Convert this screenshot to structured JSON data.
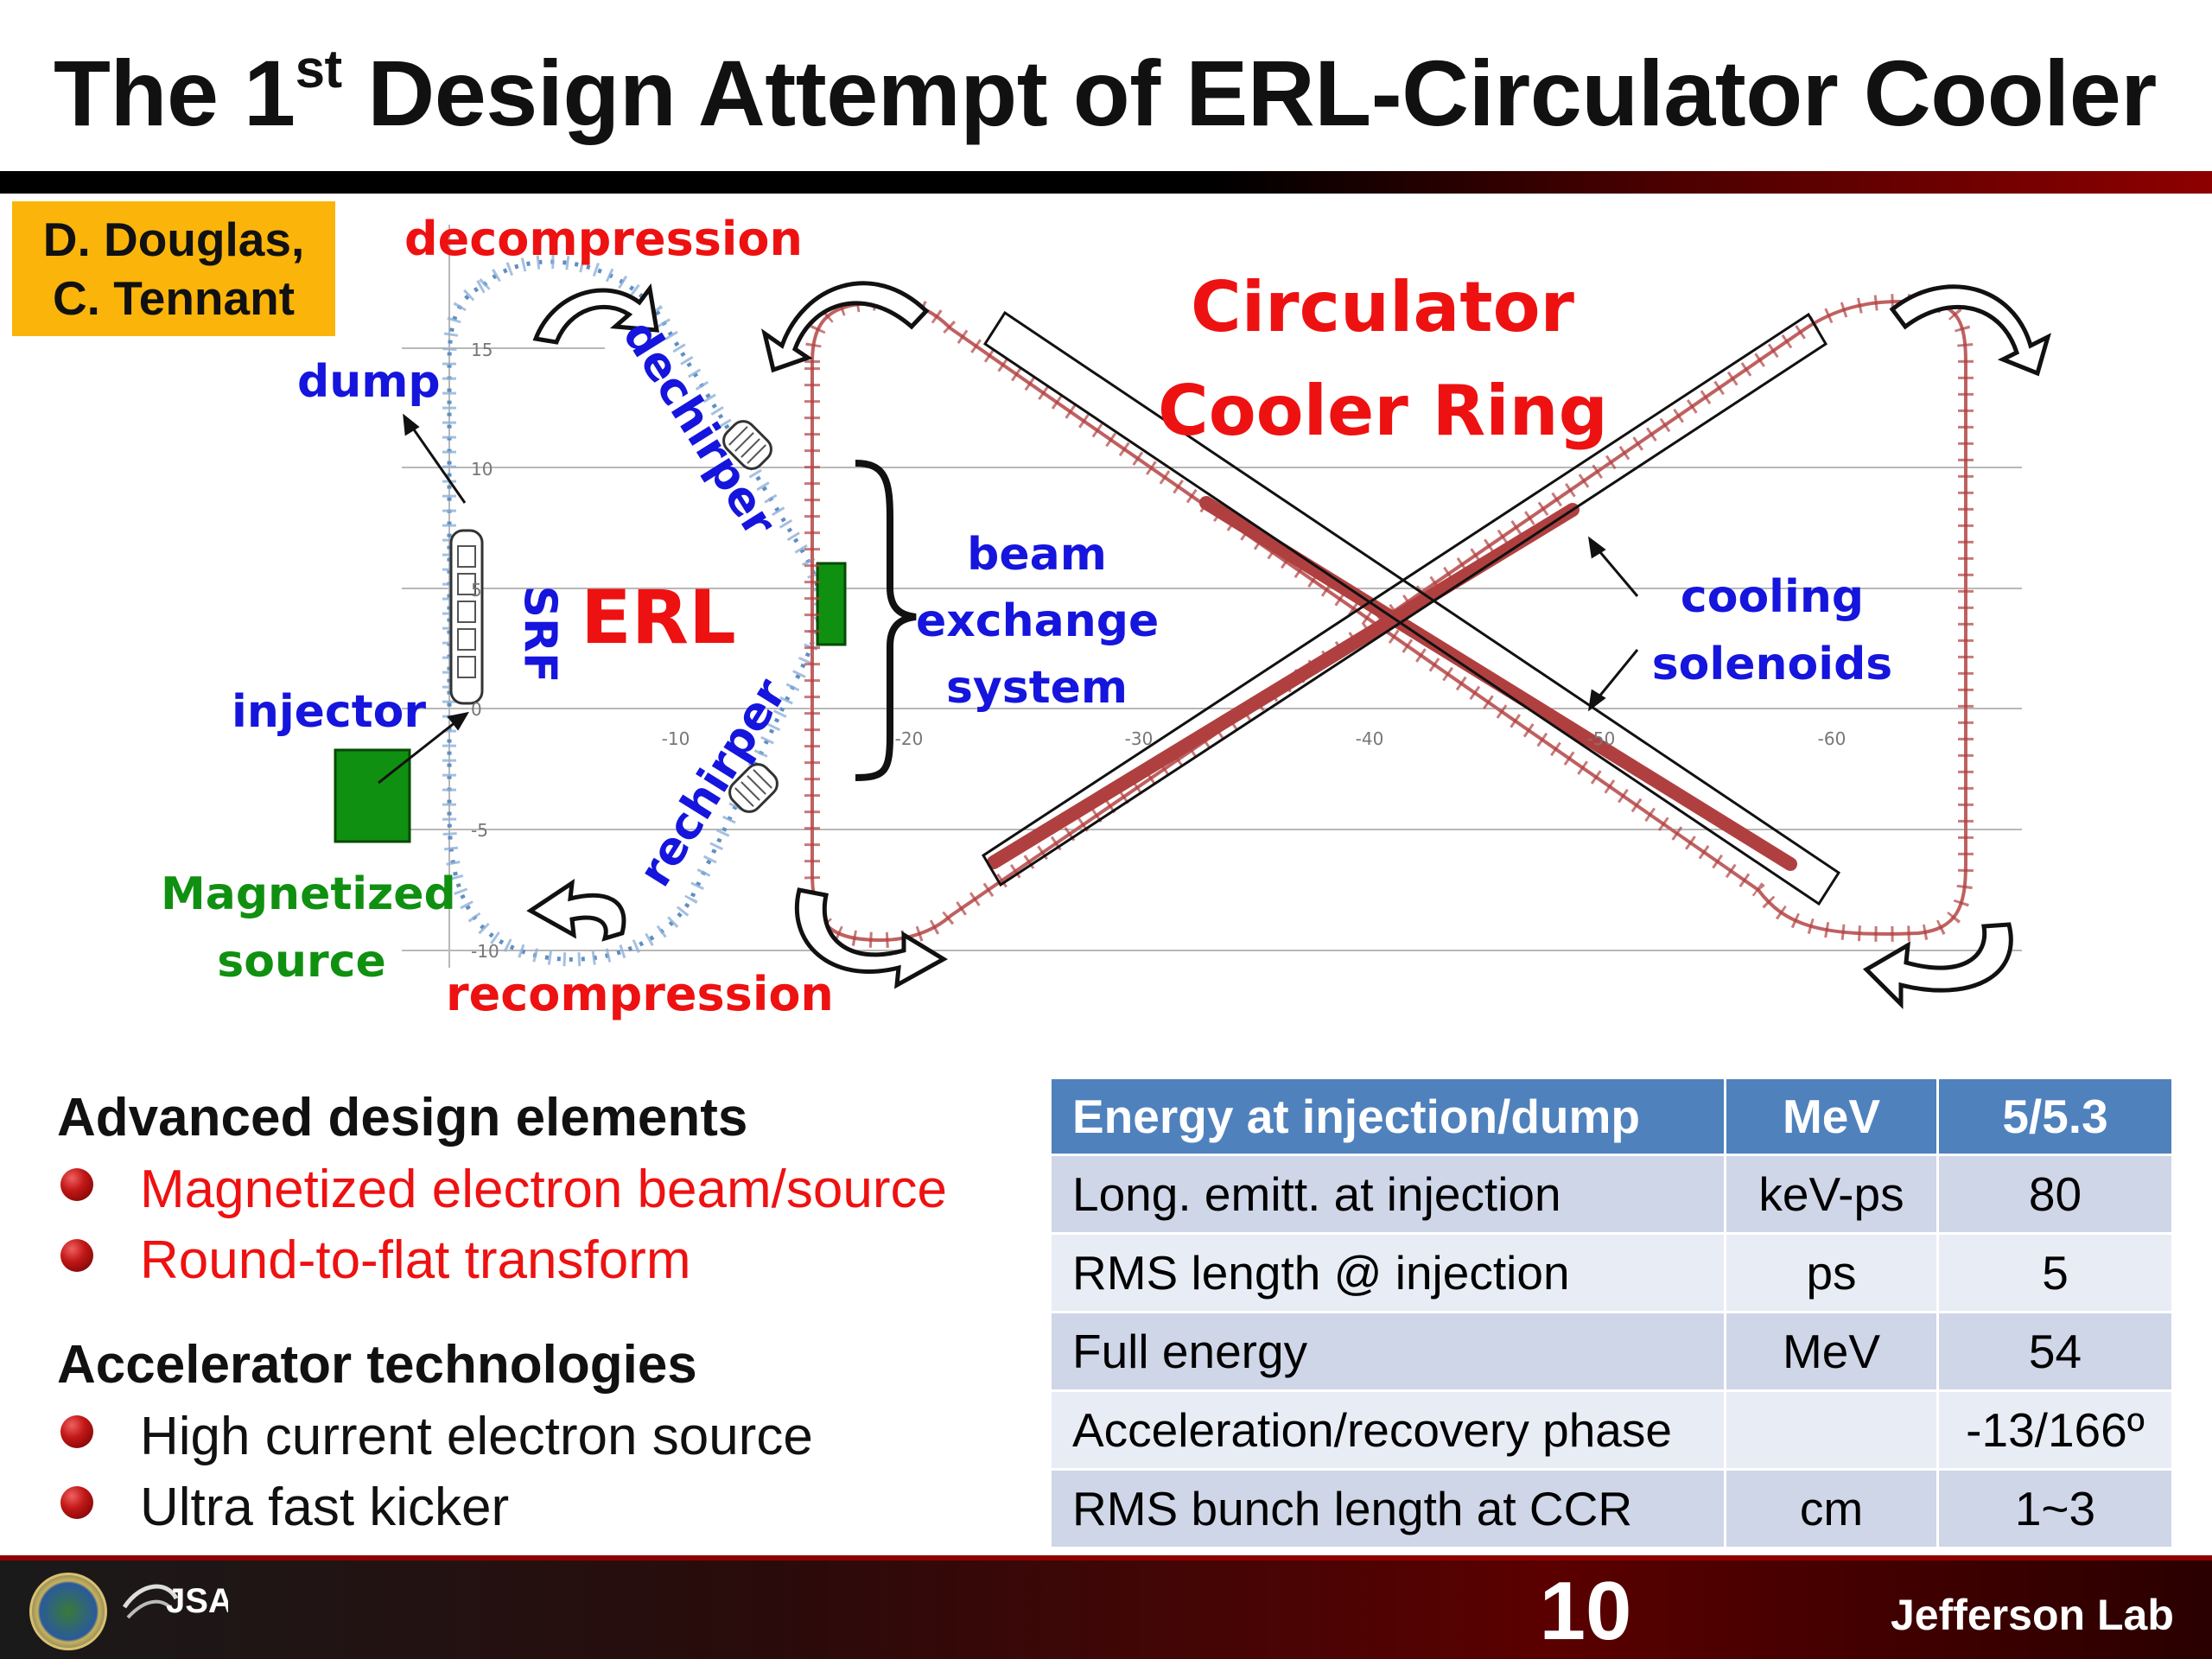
{
  "title": {
    "pre": "The 1",
    "sup": "st",
    "post": " Design Attempt of ERL-Circulator Cooler"
  },
  "authors": [
    "D. Douglas,",
    "C. Tennant"
  ],
  "diagram_labels": {
    "decompression": "decompression",
    "recompression": "recompression",
    "dump": "dump",
    "injector": "injector",
    "magnetized_source": [
      "Magnetized",
      "source"
    ],
    "srf": "SRF",
    "erl": "ERL",
    "dechirper": "dechirper",
    "rechirper": "rechirper",
    "beam_exchange": [
      "beam",
      "exchange",
      "system"
    ],
    "circulator": [
      "Circulator",
      "Cooler Ring"
    ],
    "cooling_solenoids": [
      "cooling",
      "solenoids"
    ]
  },
  "plot_ticks": {
    "erl_y": [
      "15",
      "10",
      "5",
      "0",
      "-5",
      "-10"
    ],
    "ring_x": [
      "-10",
      "-20",
      "-30",
      "-40",
      "-50",
      "-60"
    ]
  },
  "sections": [
    {
      "heading": "Advanced design elements",
      "items": [
        "Magnetized electron beam/source",
        "Round-to-flat transform"
      ]
    },
    {
      "heading": "Accelerator technologies",
      "items": [
        "High current electron source",
        "Ultra fast kicker"
      ]
    }
  ],
  "table": {
    "header": [
      "Energy at injection/dump",
      "MeV",
      "5/5.3"
    ],
    "rows": [
      [
        "Long. emitt. at injection",
        "keV-ps",
        "80"
      ],
      [
        "RMS length @ injection",
        "ps",
        "5"
      ],
      [
        "Full energy",
        "MeV",
        "54"
      ],
      [
        "Acceleration/recovery phase",
        "",
        "-13/166º"
      ],
      [
        "RMS bunch length at CCR",
        "cm",
        "1~3"
      ]
    ]
  },
  "footer": {
    "page_number": "10",
    "lab_name": "Jefferson Lab",
    "logo_text": "JSA"
  },
  "colors": {
    "label_red": "#ee1111",
    "label_blue": "#1515dd",
    "label_green": "#109010",
    "ring_track": "#b04040",
    "erl_track": "#5f8fc0",
    "table_header": "#4f81bd",
    "author_box": "#fbb40a"
  }
}
